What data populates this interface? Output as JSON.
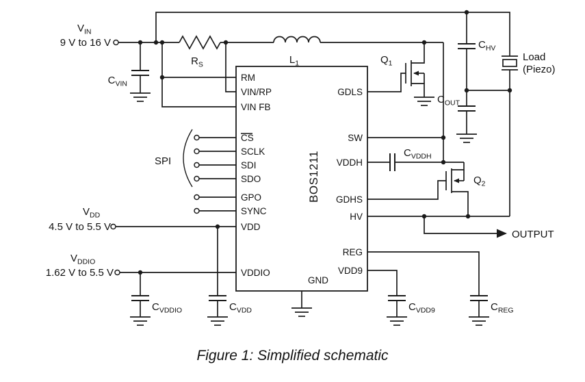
{
  "caption": "Figure 1: Simplified schematic",
  "ic": {
    "name": "BOS1211",
    "left_pins": [
      "RM",
      "VIN/RP",
      "VIN FB",
      "CS",
      "SCLK",
      "SDI",
      "SDO",
      "GPO",
      "SYNC",
      "VDD",
      "VDDIO"
    ],
    "right_pins": [
      "GDLS",
      "SW",
      "VDDH",
      "GDHS",
      "HV",
      "REG",
      "VDD9"
    ],
    "bottom_pin": "GND"
  },
  "supplies": {
    "vin": {
      "symbol": "V",
      "sub": "IN",
      "range": "9 V to 16 V"
    },
    "vdd": {
      "symbol": "V",
      "sub": "DD",
      "range": "4.5 V to 5.5 V"
    },
    "vddio": {
      "symbol": "V",
      "sub": "DDIO",
      "range": "1.62 V to 5.5 V"
    }
  },
  "components": {
    "cvin": {
      "symbol": "C",
      "sub": "VIN"
    },
    "rs": {
      "symbol": "R",
      "sub": "S"
    },
    "l1": {
      "symbol": "L",
      "sub": "1"
    },
    "q1": {
      "symbol": "Q",
      "sub": "1"
    },
    "q2": {
      "symbol": "Q",
      "sub": "2"
    },
    "chv": {
      "symbol": "C",
      "sub": "HV"
    },
    "cout": {
      "symbol": "C",
      "sub": "OUT"
    },
    "cvddh": {
      "symbol": "C",
      "sub": "VDDH"
    },
    "cvddio": {
      "symbol": "C",
      "sub": "VDDIO"
    },
    "cvdd": {
      "symbol": "C",
      "sub": "VDD"
    },
    "cvdd9": {
      "symbol": "C",
      "sub": "VDD9"
    },
    "creg": {
      "symbol": "C",
      "sub": "REG"
    }
  },
  "labels": {
    "spi": "SPI",
    "load_line1": "Load",
    "load_line2": "(Piezo)",
    "output": "OUTPUT"
  },
  "colors": {
    "ink": "#1a1a1a",
    "background": "#ffffff"
  }
}
